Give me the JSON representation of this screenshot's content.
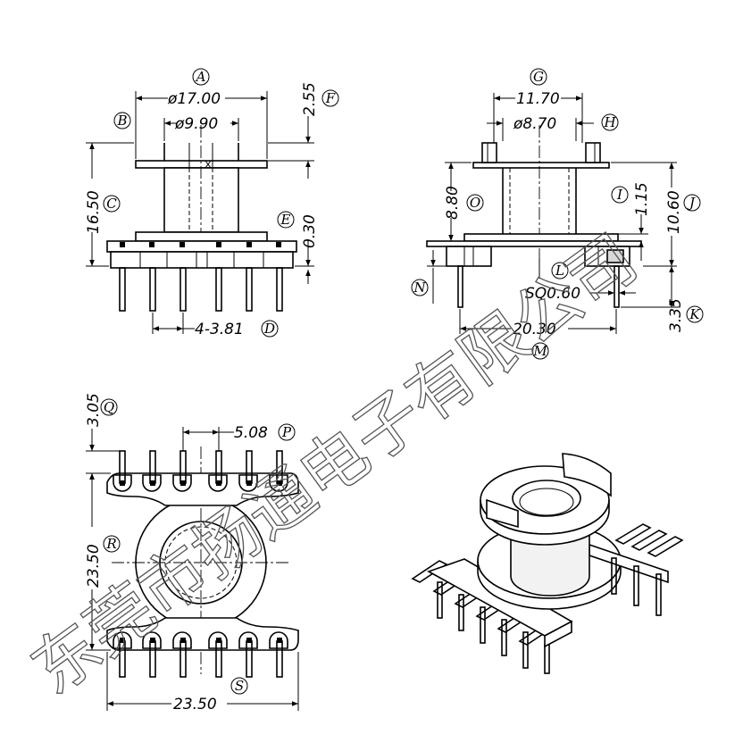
{
  "front_view": {
    "dims": {
      "A": "ø17.00",
      "B": "ø9.90",
      "F": "2.55",
      "C": "16.50",
      "E": "0.30",
      "D": "4-3.81"
    },
    "labels": {
      "A": "A",
      "B": "B",
      "C": "C",
      "D": "D",
      "E": "E",
      "F": "F"
    }
  },
  "side_view": {
    "dims": {
      "G": "11.70",
      "H": "ø8.70",
      "O": "8.80",
      "I": "1.15",
      "J": "10.60",
      "L": "SQ0.60",
      "K": "3.35",
      "M": "20.30"
    },
    "labels": {
      "G": "G",
      "H": "H",
      "I": "I",
      "J": "J",
      "K": "K",
      "L": "L",
      "M": "M",
      "N": "N",
      "O": "O"
    }
  },
  "top_view": {
    "dims": {
      "Q": "3.05",
      "P": "5.08",
      "R": "23.50",
      "S": "23.50"
    },
    "labels": {
      "P": "P",
      "Q": "Q",
      "R": "R",
      "S": "S"
    }
  },
  "watermark": "东莞市扬通电子有限公司"
}
